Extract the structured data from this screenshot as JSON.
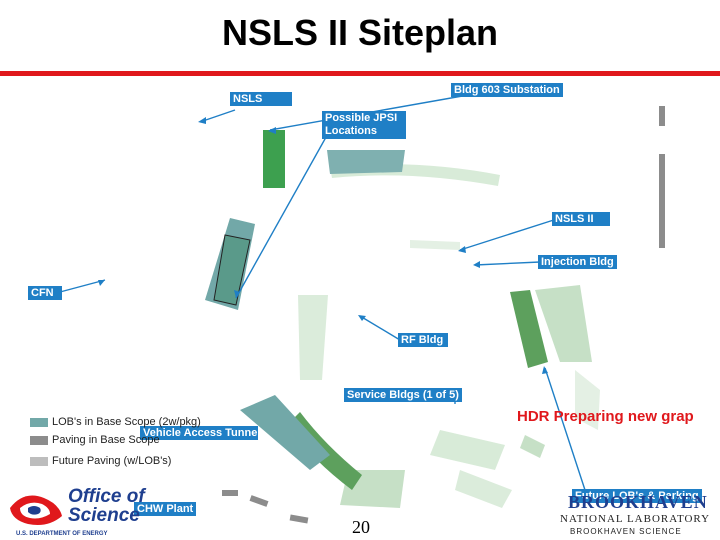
{
  "title": "NSLS II Siteplan",
  "labels": {
    "bldg603": "Bldg 603 Substation",
    "nsls": "NSLS",
    "jpsi": "Possible JPSI Locations",
    "nsls2": "NSLS II",
    "injection": "Injection Bldg",
    "cfn": "CFN",
    "rf": "RF Bldg",
    "service": "Service Bldgs (1 of 5)",
    "vehicle": "Vehicle Access Tunnel",
    "future_lob": "Future LOB's & Parking",
    "chw": "CHW Plant"
  },
  "legend": [
    {
      "text": "LOB's in Base Scope (2w/pkg)",
      "color": "#72a8a8"
    },
    {
      "text": "Paving in Base Scope",
      "color": "#8c8c8c"
    },
    {
      "text": "Future Paving (w/LOB's)",
      "color": "#bdbdbd"
    }
  ],
  "note": "HDR Preparing new grap",
  "page_number": "20",
  "logos": {
    "doe_line1": "Office of",
    "doe_line2": "Science",
    "doe_sub": "U.S. DEPARTMENT OF ENERGY",
    "bnl_name": "BROOKHAVEN",
    "bnl_lab": "NATIONAL LABORATORY",
    "bnl_sci": "BROOKHAVEN SCIENCE"
  },
  "colors": {
    "accent_red": "#e0181c",
    "label_blue": "#1f7fc6",
    "ring_light": "#d8ebd8",
    "building_green": "#5da05d",
    "lob_teal": "#72a8a8",
    "paving_gray": "#8c8c8c"
  }
}
